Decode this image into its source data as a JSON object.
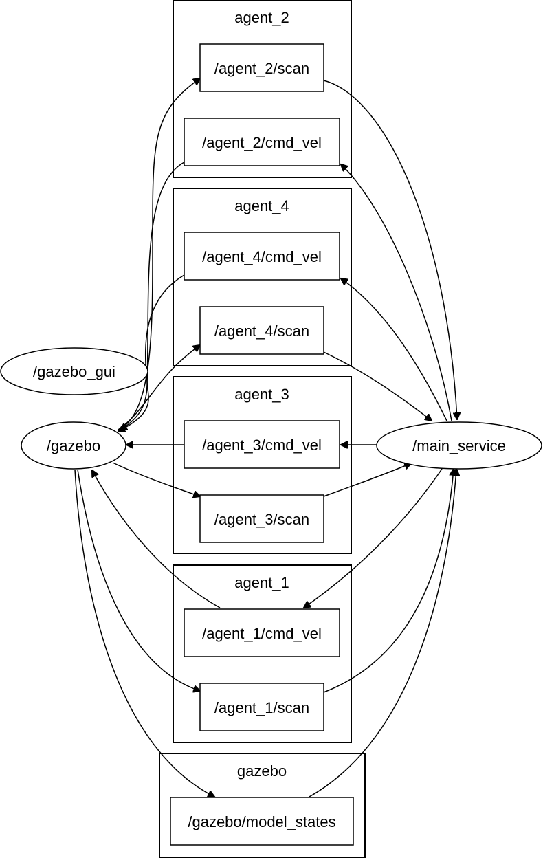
{
  "clusters": {
    "agent_2": "agent_2",
    "agent_4": "agent_4",
    "agent_3": "agent_3",
    "agent_1": "agent_1",
    "gazebo": "gazebo"
  },
  "topics": {
    "agent_2_scan": "/agent_2/scan",
    "agent_2_cmd_vel": "/agent_2/cmd_vel",
    "agent_4_cmd_vel": "/agent_4/cmd_vel",
    "agent_4_scan": "/agent_4/scan",
    "agent_3_cmd_vel": "/agent_3/cmd_vel",
    "agent_3_scan": "/agent_3/scan",
    "agent_1_cmd_vel": "/agent_1/cmd_vel",
    "agent_1_scan": "/agent_1/scan",
    "gazebo_model_states": "/gazebo/model_states"
  },
  "nodes": {
    "gazebo_gui": "/gazebo_gui",
    "gazebo": "/gazebo",
    "main_service": "/main_service"
  },
  "colors": {
    "stroke": "#000000",
    "background": "#ffffff"
  }
}
